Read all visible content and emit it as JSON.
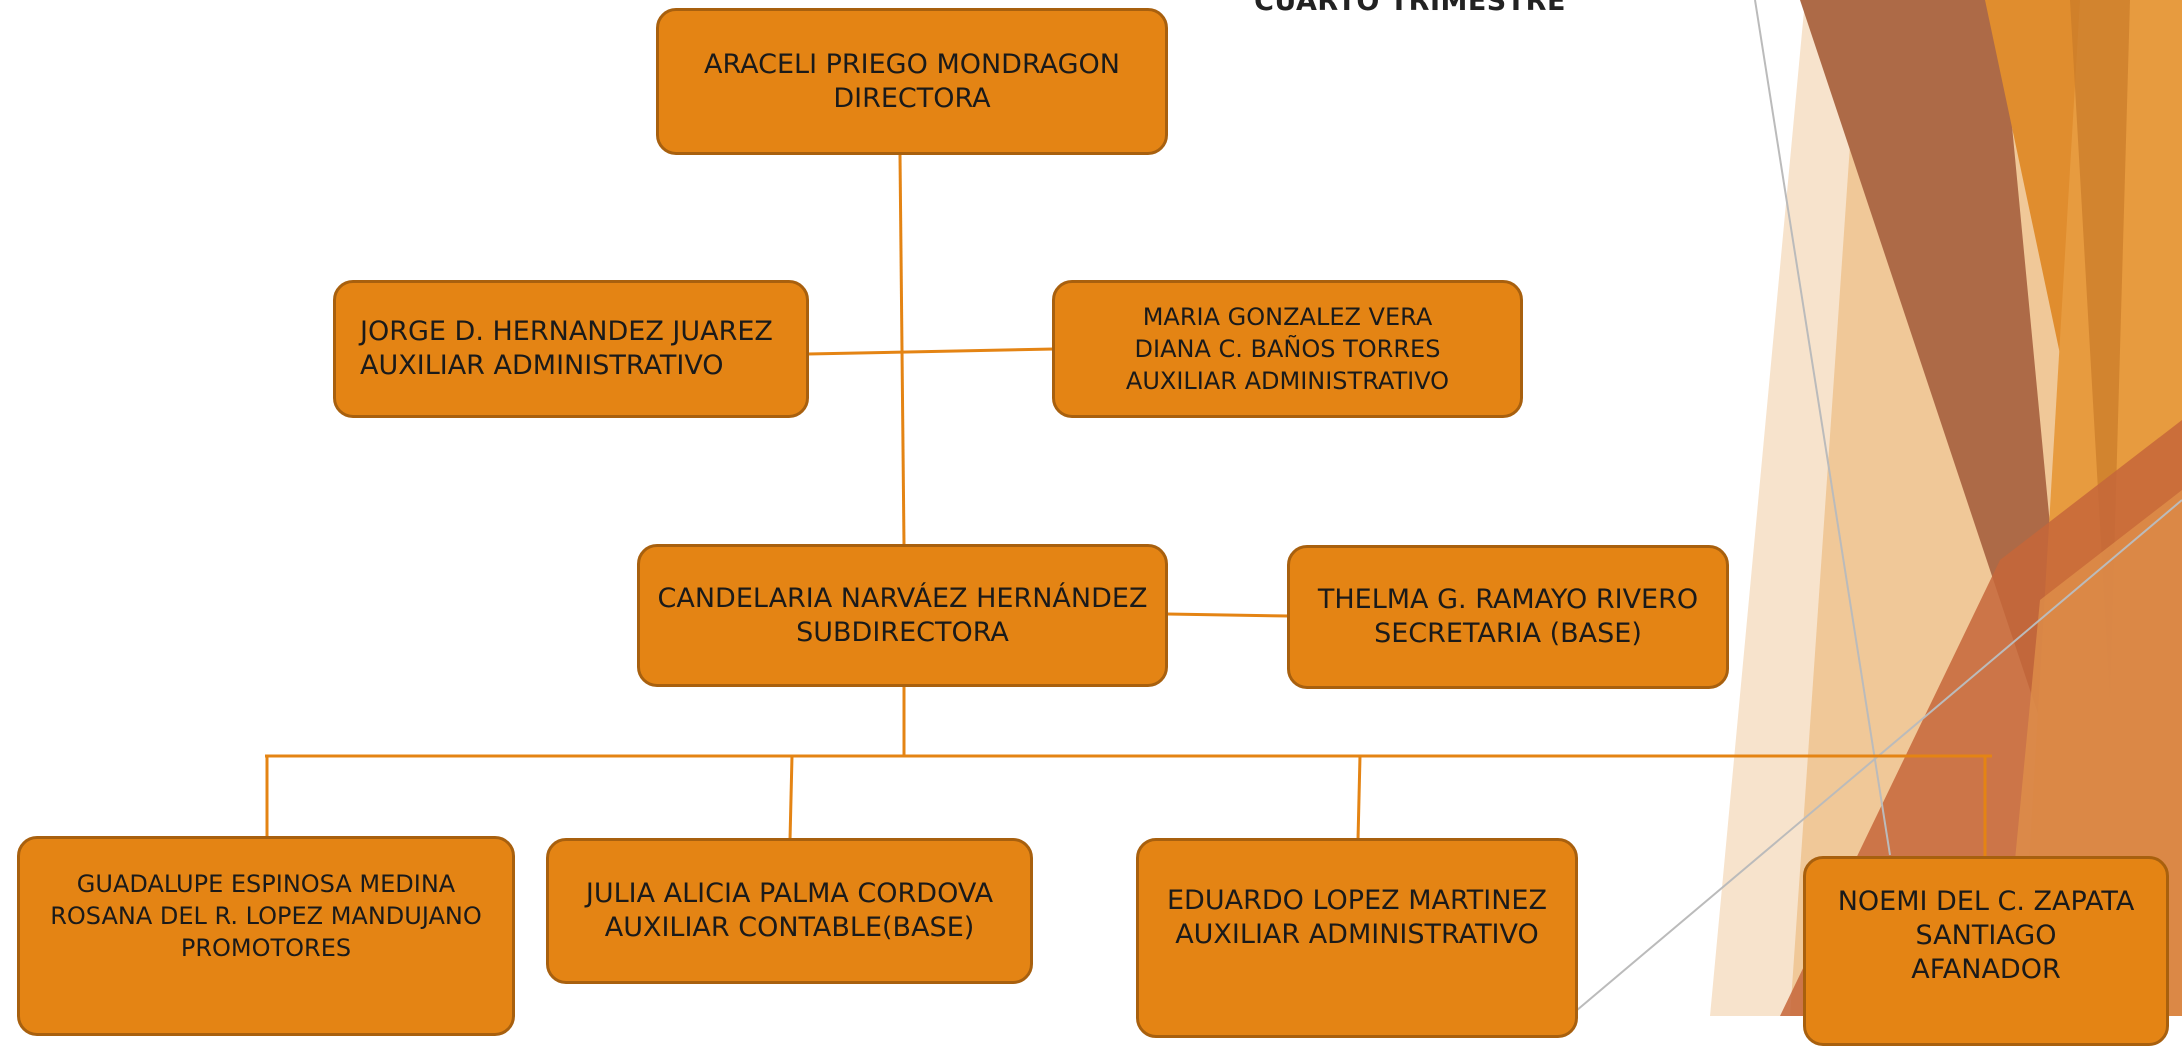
{
  "heading": "CUARTO TRIMESTRE",
  "nodes": {
    "director": {
      "name": "ARACELI PRIEGO MONDRAGON",
      "role": "DIRECTORA"
    },
    "aux_left": {
      "name": "JORGE D. HERNANDEZ JUAREZ",
      "role": "AUXILIAR ADMINISTRATIVO"
    },
    "aux_right": {
      "name1": "MARIA GONZALEZ VERA",
      "name2": "DIANA C. BAÑOS TORRES",
      "role": "AUXILIAR ADMINISTRATIVO"
    },
    "subdirector": {
      "name": "CANDELARIA NARVÁEZ HERNÁNDEZ",
      "role": "SUBDIRECTORA"
    },
    "secretary": {
      "name": "THELMA G. RAMAYO RIVERO",
      "role": "SECRETARIA (BASE)"
    },
    "promotores": {
      "name1": "GUADALUPE ESPINOSA MEDINA",
      "name2": "ROSANA DEL R. LOPEZ MANDUJANO",
      "role": "PROMOTORES"
    },
    "contable": {
      "name": "JULIA ALICIA PALMA CORDOVA",
      "role": "AUXILIAR CONTABLE(BASE)"
    },
    "aux_bottom": {
      "name": "EDUARDO LOPEZ MARTINEZ",
      "role": "AUXILIAR ADMINISTRATIVO"
    },
    "afanador": {
      "name1": "NOEMI DEL C. ZAPATA",
      "name2": "SANTIAGO",
      "role": "AFANADOR"
    }
  },
  "colors": {
    "box_fill": "#e48414",
    "box_border": "#a8600e",
    "connector": "#e48414"
  }
}
